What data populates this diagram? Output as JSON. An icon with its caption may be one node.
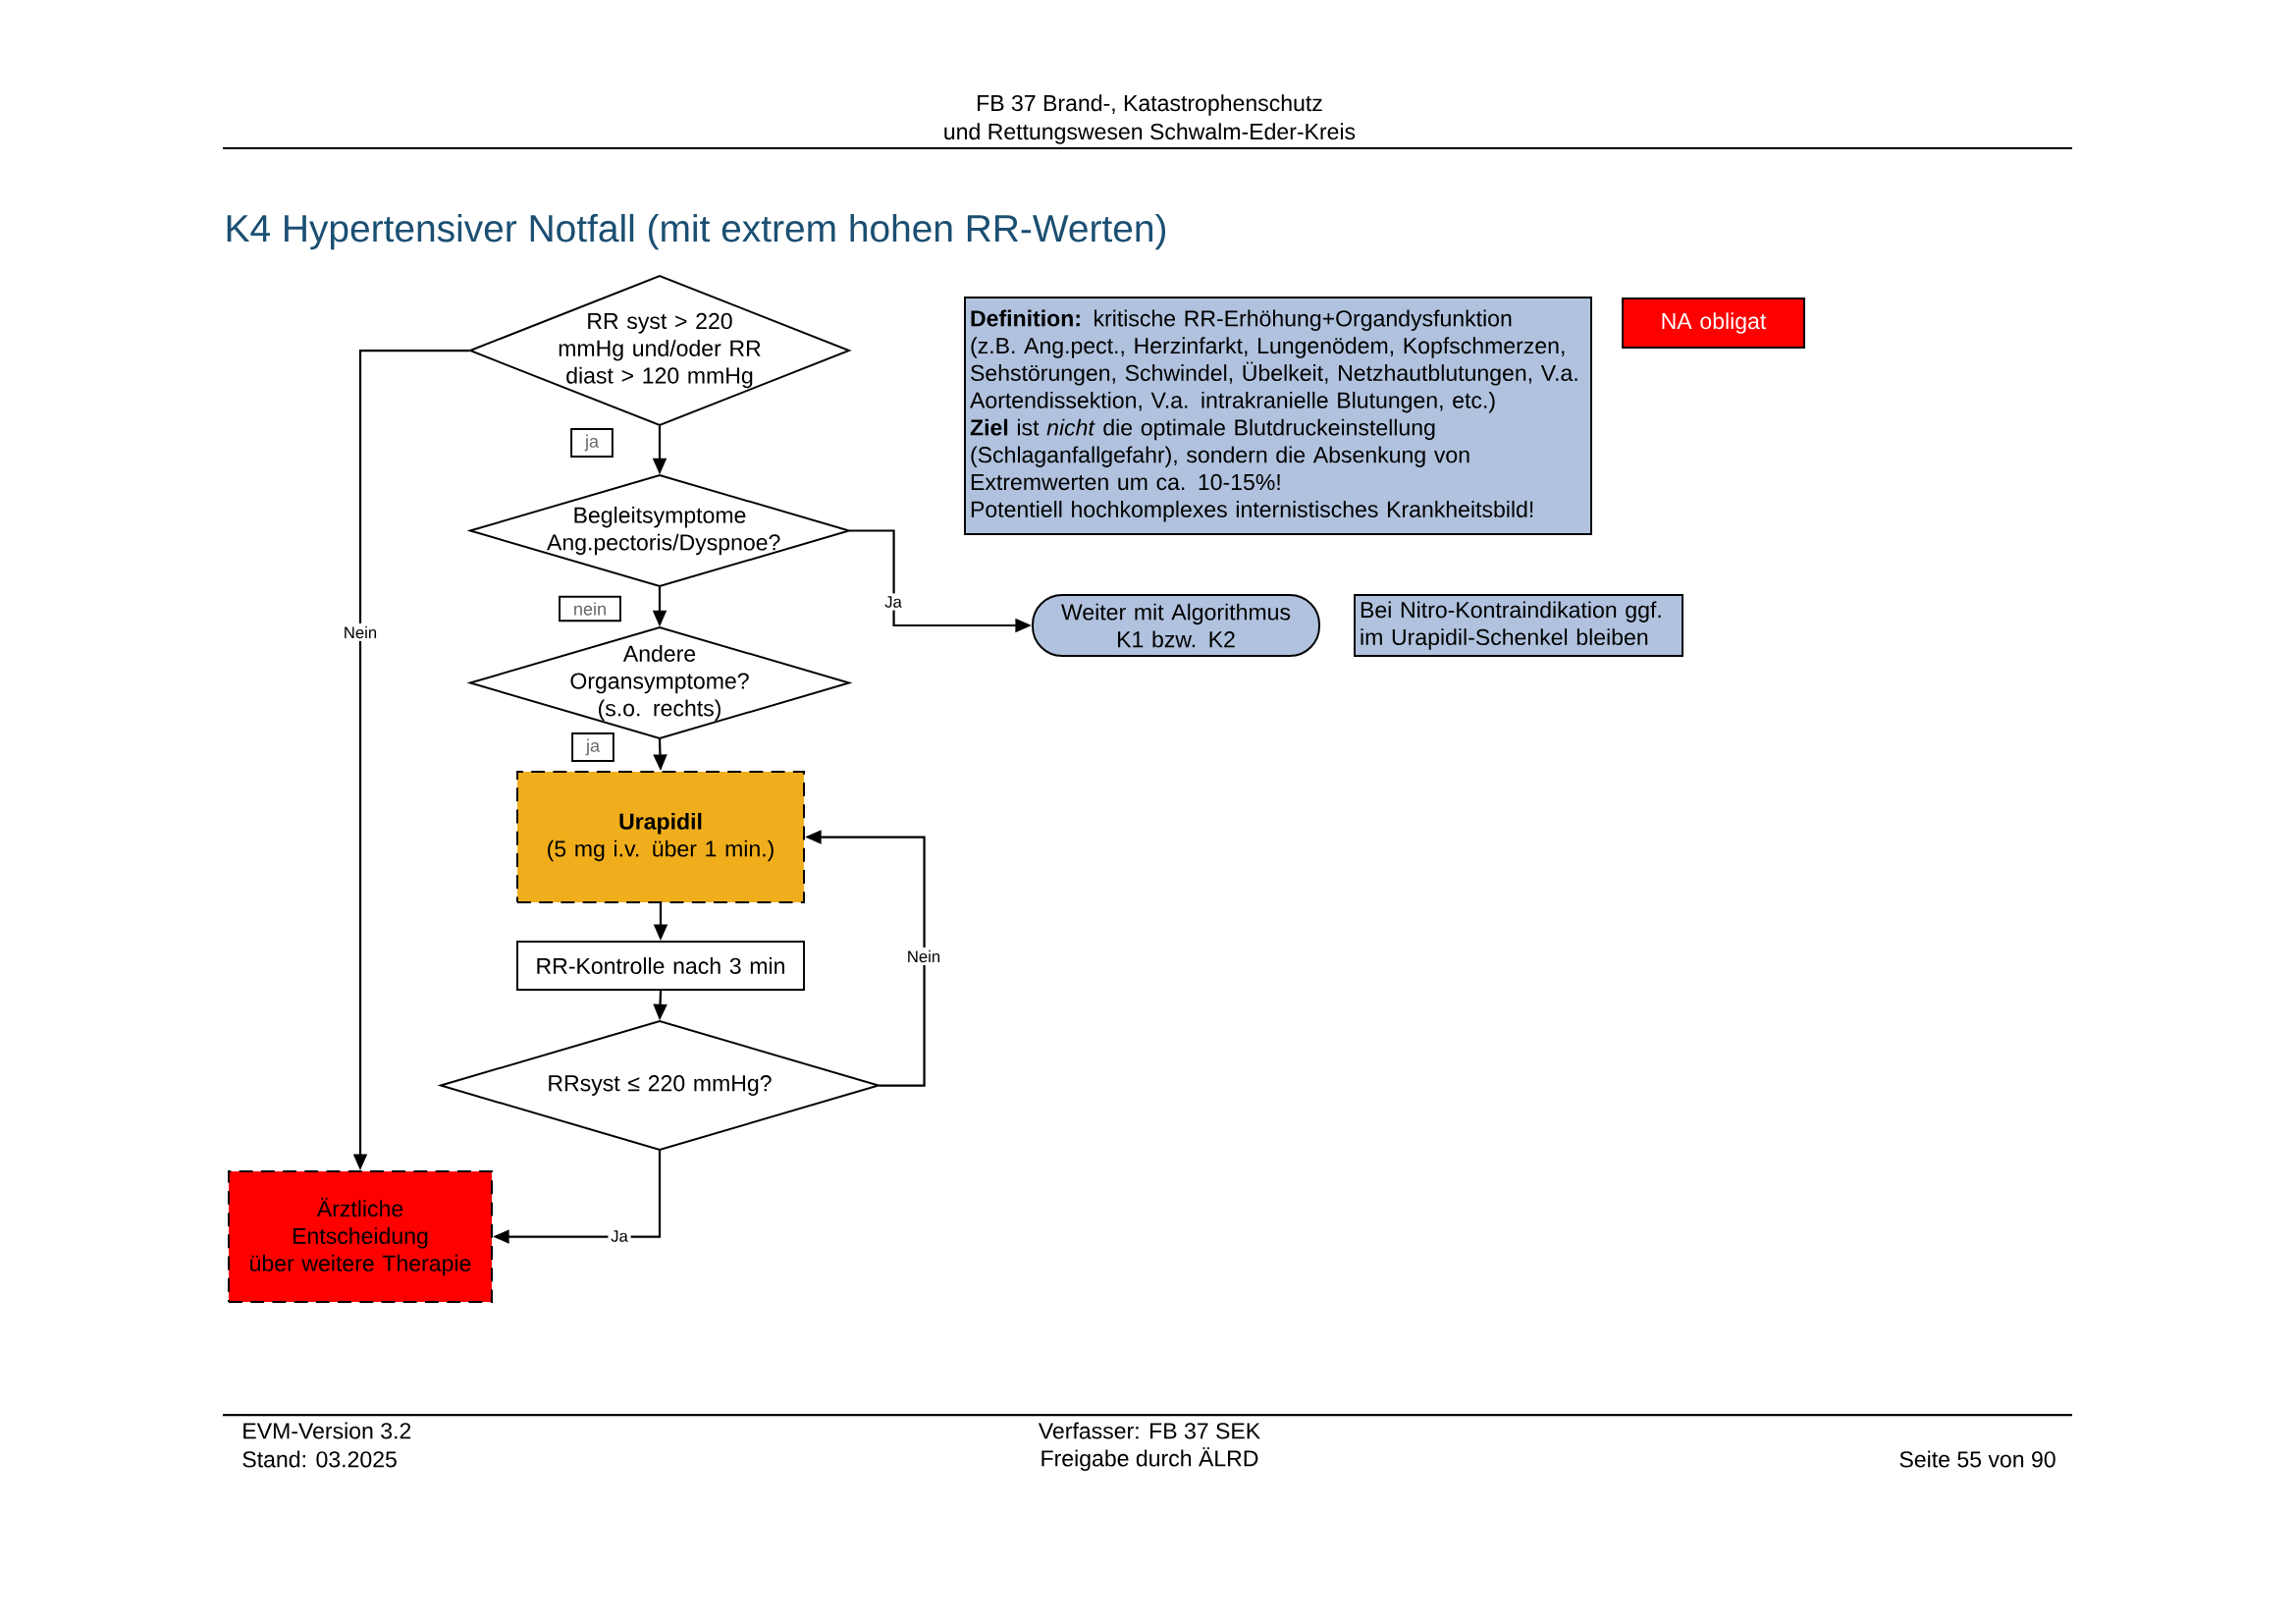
{
  "diagram": {
    "title": "K4 Hypertensiver Notfall (mit extrem hohen RR-Werten)",
    "nodes": [
      {
        "text": [
          "RR syst > 220 mmHg und/oder RR diast > 120 mmHg"
        ]
      },
      {
        "text": [
          "Begleitsymptome Ang.pectoris/Dyspnoe?"
        ]
      },
      {
        "text": [
          "Andere Organsymptome? (s.o. rechts)"
        ]
      },
      {
        "text": [
          "Urapidil",
          "(5 mg i.v. über 1 min.)"
        ]
      },
      {
        "text": [
          "RR-Kontrolle nach 3 min"
        ]
      },
      {
        "text": [
          "RRsyst ≤ 220 mmHg?"
        ]
      },
      {
        "text": [
          "Ärztliche Entscheidung über weitere Therapie"
        ]
      },
      {
        "text": [
          "Weiter mit Algorithmus K1 bzw. K2"
        ]
      },
      {
        "text": [
          "Bei Nitro-Kontraindikation ggf. im Urapidil-Schenkel bleiben"
        ]
      },
      {
        "text": [
          "**Definition:** kritische RR-Erhöhung+Organdysfunktion (z.B. Ang.pect., Herzinfarkt, Lungenödem, Kopfschmerzen, Sehstörungen, Schwindel, Übelkeit, Netzhautblutungen, V.a. Aortendissektion, V.a. intrakranielle Blutungen, etc.)",
          "**Ziel** ist *nicht* die optimale Blutdruckeinstellung (Schlaganfallgefahr), sondern die Absenkung von Extremwerten um ca. 10-15%!",
          "Potentiell hochkomplexes internistisches Krankheitsbild!"
        ]
      },
      {
        "text": [
          "NA obligat"
        ]
      }
    ],
    "edges": [
      {
        "from": 0,
        "to": 6,
        "arrow": "to",
        "label": "Nein"
      },
      {
        "from": 0,
        "to": 1,
        "arrow": "to",
        "label": "ja"
      },
      {
        "from": 1,
        "to": 7,
        "arrow": "to",
        "label": "Ja"
      },
      {
        "from": 1,
        "to": 2,
        "arrow": "to",
        "label": "nein"
      },
      {
        "from": 2,
        "to": 3,
        "arrow": "to",
        "label": "ja"
      },
      {
        "from": 3,
        "to": 4,
        "arrow": "to"
      },
      {
        "from": 4,
        "to": 5,
        "arrow": "to"
      },
      {
        "from": 5,
        "to": 3,
        "arrow": "to",
        "label": "Nein"
      },
      {
        "from": 5,
        "to": 6,
        "arrow": "to",
        "label": "Ja"
      }
    ],
    "labels": [
      "FB 37 Brand-, Katastrophenschutz",
      "und Rettungswesen Schwalm-Eder-Kreis",
      "EVM-Version 3.2",
      "Stand: 03.2025",
      "Verfasser: FB 37 SEK",
      "Freigabe durch ÄLRD",
      "Seite 55 von 90"
    ]
  }
}
